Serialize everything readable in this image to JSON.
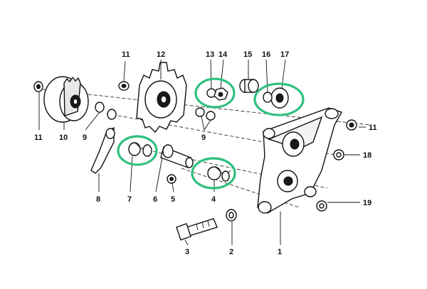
{
  "diagram": {
    "callouts": [
      {
        "key": "n1",
        "label": "1"
      },
      {
        "key": "n2",
        "label": "2"
      },
      {
        "key": "n3",
        "label": "3"
      },
      {
        "key": "n4",
        "label": "4"
      },
      {
        "key": "n5",
        "label": "5"
      },
      {
        "key": "n6",
        "label": "6"
      },
      {
        "key": "n7",
        "label": "7"
      },
      {
        "key": "n8",
        "label": "8"
      },
      {
        "key": "n9a",
        "label": "9"
      },
      {
        "key": "n9b",
        "label": "9"
      },
      {
        "key": "n10",
        "label": "10"
      },
      {
        "key": "n11a",
        "label": "11"
      },
      {
        "key": "n11b",
        "label": "11"
      },
      {
        "key": "n11c",
        "label": "11"
      },
      {
        "key": "n12",
        "label": "12"
      },
      {
        "key": "n13",
        "label": "13"
      },
      {
        "key": "n14",
        "label": "14"
      },
      {
        "key": "n15",
        "label": "15"
      },
      {
        "key": "n16",
        "label": "16"
      },
      {
        "key": "n17",
        "label": "17"
      },
      {
        "key": "n18",
        "label": "18"
      },
      {
        "key": "n19",
        "label": "19"
      }
    ],
    "highlight_color": "#2fbf7f",
    "line_color": "#111111"
  }
}
